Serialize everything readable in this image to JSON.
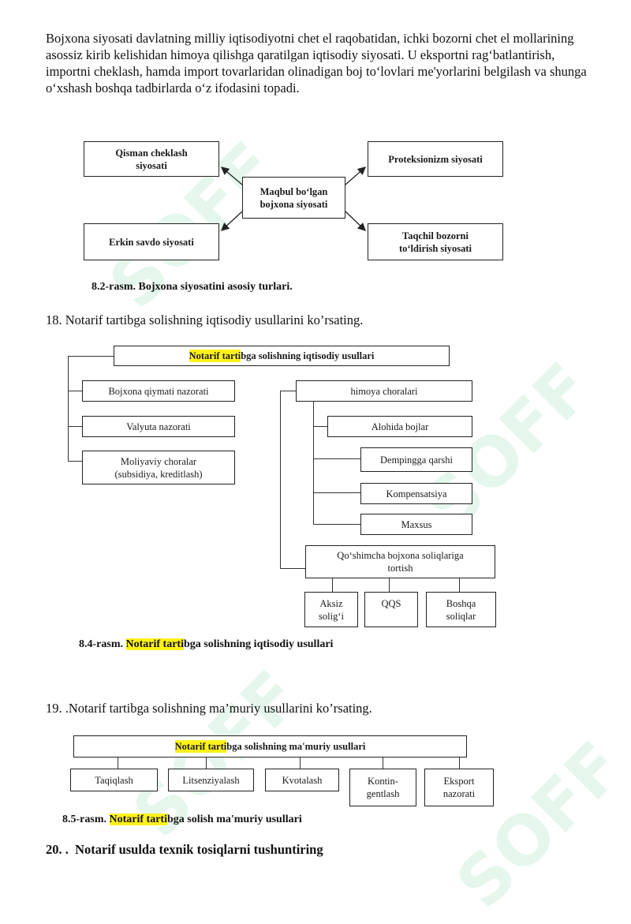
{
  "intro_paragraph": "Bojxona siyosati davlatning milliy iqtisodiyotni chet el raqobatidan, ichki bozorni chet el mollarining asossiz kirib kelishidan himoya qilishga qaratilgan iqtisodiy siyosati. U eksportni rag‘batlantirish, importni cheklash, hamda import tovarlaridan olinadigan boj to‘lovlari me'yorlarini belgilash va shunga o‘xshash boshqa tadbirlarda o‘z ifodasini topadi.",
  "fig82": {
    "center": "Maqbul bo‘lgan bojxona siyosati",
    "top_left": "Qisman cheklash siyosati",
    "top_right": "Proteksionizm siyosati",
    "bottom_left": "Erkin savdo siyosati",
    "bottom_right": "Taqchil bozorni to‘ldirish siyosati",
    "caption": "8.2-rasm. Bojxona siyosatini asosiy turlari."
  },
  "q18": "18. Notarif tartibga solishning iqtisodiy usullarini ko’rsating.",
  "fig84": {
    "title_hl": "Notarif tarti",
    "title_rest": "bga solishning iqtisodiy usullari",
    "left": [
      "Bojxona qiymati nazorati",
      "Valyuta nazorati",
      "Moliyaviy choralar (subsidiya, kreditlash)"
    ],
    "himoya": "himoya choralari",
    "himoya_items": [
      "Alohida bojlar",
      "Dempingga qarshi",
      "Kompensatsiya",
      "Maxsus"
    ],
    "qoshimcha": "Qo‘shimcha bojxona soliqlariga tortish",
    "taxes": [
      "Aksiz solig‘i",
      "QQS",
      "Boshqa soliqlar"
    ],
    "caption_pre": "8.4-rasm. ",
    "caption_hl": "Notarif tarti",
    "caption_rest": "bga solishning iqtisodiy usullari"
  },
  "q19": "19. .Notarif tartibga solishning ma’muriy usullarini ko’rsating.",
  "fig85": {
    "title_hl": "Notarif tarti",
    "title_rest": "bga solishning ma'muriy usullari",
    "items": [
      "Taqiqlash",
      "Litsenziyalash",
      "Kvotalash",
      "Kontin-gentlash",
      "Eksport nazorati"
    ],
    "caption_pre": "8.5-rasm. ",
    "caption_hl": "Notarif tarti",
    "caption_rest": "bga solish ma'muriy usullari"
  },
  "q20": "20. .  Notarif usulda texnik tosiqlarni tushuntiring",
  "watermark": "SOFF"
}
